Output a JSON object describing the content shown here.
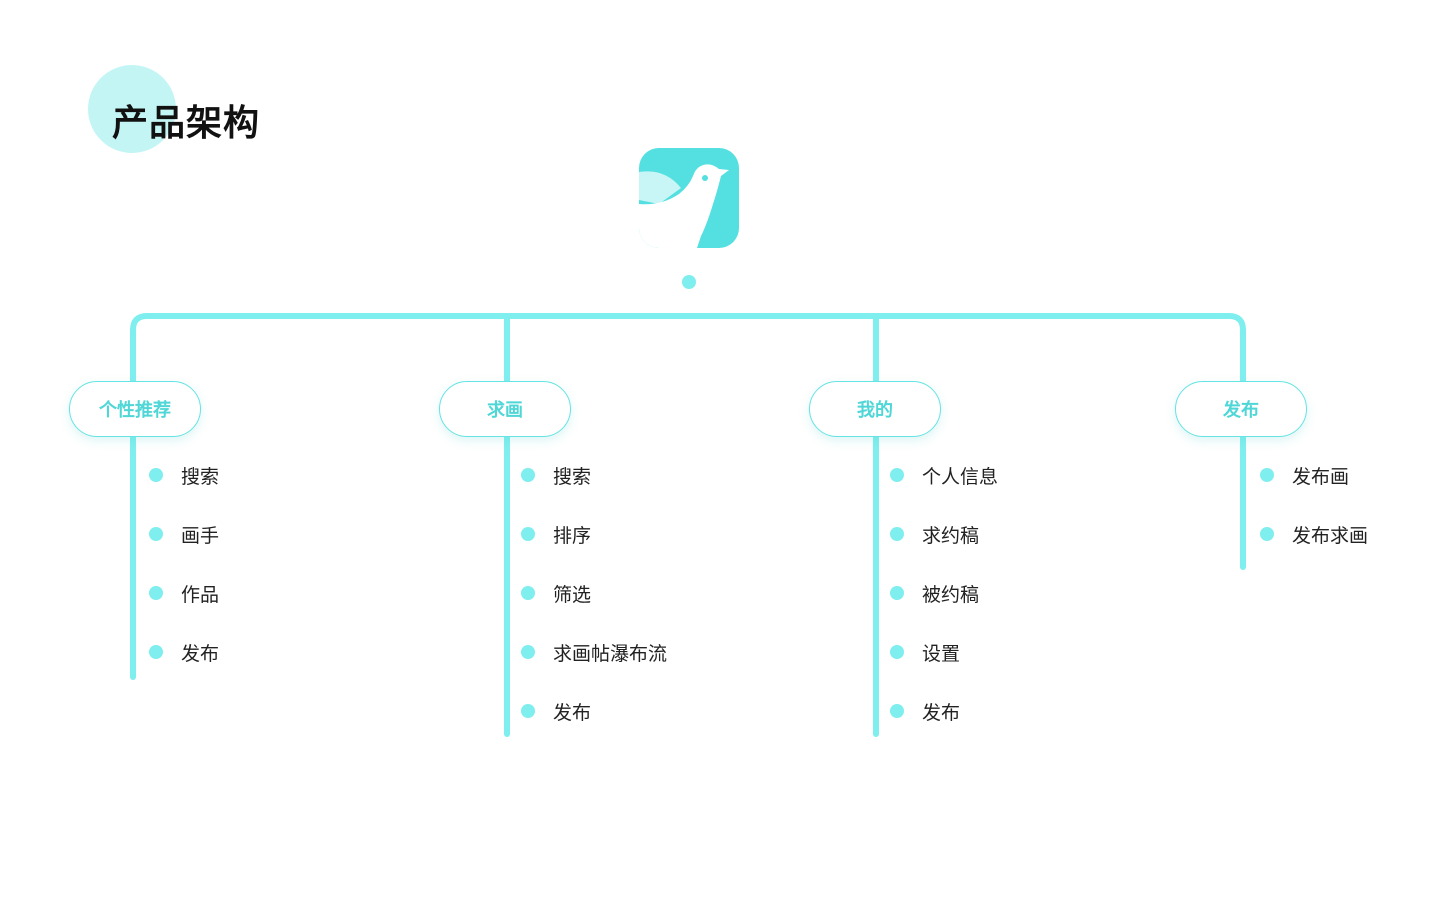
{
  "colors": {
    "accent": "#7feeee",
    "accent_text": "#4fd6d6",
    "logo_bg": "#54e0e0",
    "title_circle": "#c4f5f5",
    "pill_border": "#66e3e3"
  },
  "page_title": "产品架构",
  "logo": {
    "icon": "bird-icon"
  },
  "branches": [
    {
      "label": "个性推荐",
      "items": [
        "搜索",
        "画手",
        "作品",
        "发布"
      ]
    },
    {
      "label": "求画",
      "items": [
        "搜索",
        "排序",
        "筛选",
        "求画帖瀑布流",
        "发布"
      ]
    },
    {
      "label": "我的",
      "items": [
        "个人信息",
        "求约稿",
        "被约稿",
        "设置",
        "发布"
      ]
    },
    {
      "label": "发布",
      "items": [
        "发布画",
        "发布求画"
      ]
    }
  ]
}
